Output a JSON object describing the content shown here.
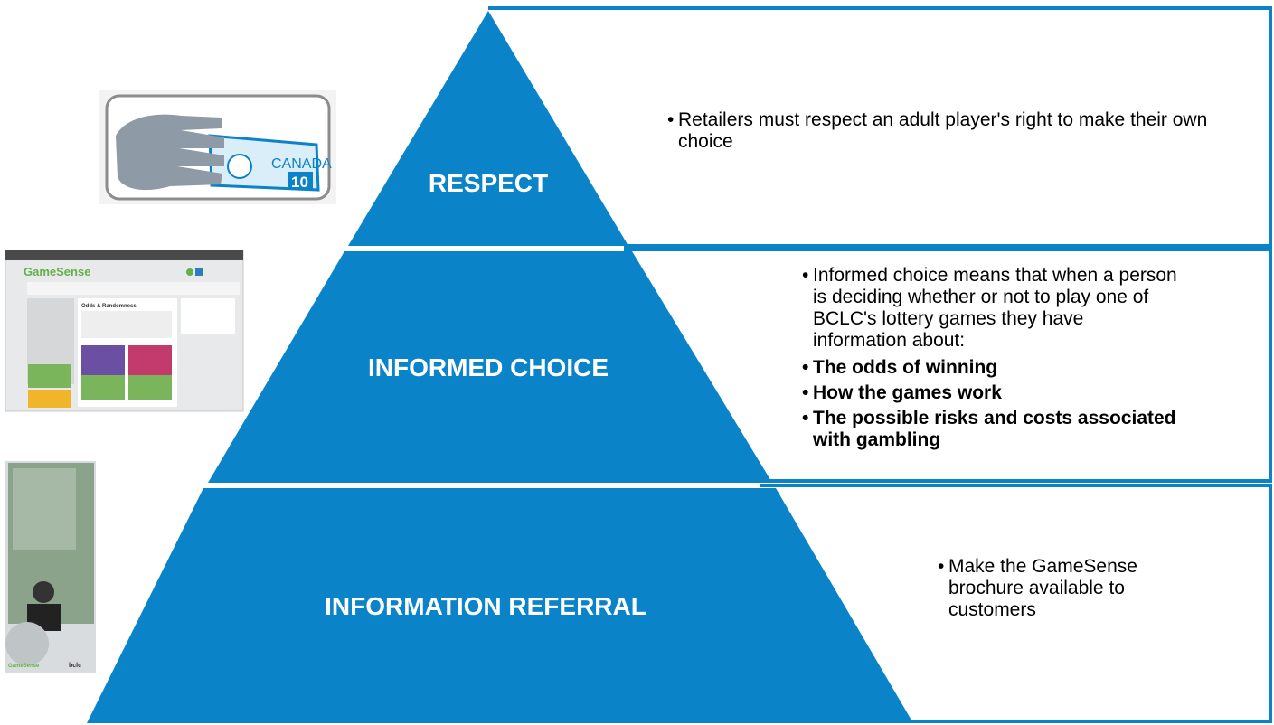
{
  "colors": {
    "pyramid_blue": "#0b83c9",
    "box_border": "#0b83c9",
    "text": "#000000",
    "label": "#ffffff"
  },
  "tiers": {
    "respect": {
      "label": "RESPECT",
      "bullets": [
        "Retailers must respect an adult player's right to make their own choice"
      ]
    },
    "informed": {
      "label": "INFORMED CHOICE",
      "intro": "Informed choice means that when a person is deciding whether or not to play one of BCLC's lottery games they have information about:",
      "points": [
        "The odds of winning",
        "How the games work",
        "The possible risks and costs associated with gambling"
      ]
    },
    "referral": {
      "label": "INFORMATION REFERRAL",
      "bullets": [
        "Make the GameSense brochure available to customers"
      ]
    }
  },
  "images": {
    "banknote": {
      "icon": "hand-with-banknote-icon",
      "country": "CANADA",
      "denomination": "10"
    },
    "website": {
      "icon": "gamesense-website-screenshot",
      "logo": "GameSense",
      "heading": "Odds & Randomness"
    },
    "brochure": {
      "icon": "gamesense-brochure-thumbnail",
      "logo": "GameSense",
      "brand": "bclc"
    }
  },
  "bullet_char": "•"
}
